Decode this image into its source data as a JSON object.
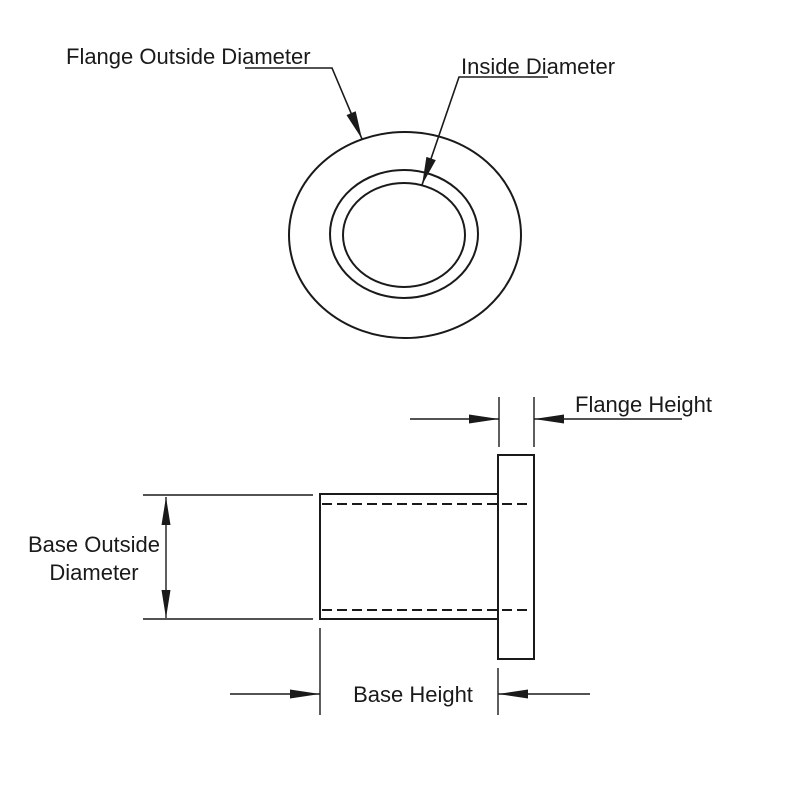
{
  "drawing": {
    "description": "Two-view engineering drawing of a flanged sleeve bushing",
    "colors": {
      "line": "#1a1a1a",
      "background": "#ffffff"
    },
    "top_view": {
      "labels": {
        "flange_outside_diameter": "Flange Outside Diameter",
        "inside_diameter": "Inside Diameter"
      }
    },
    "side_view": {
      "labels": {
        "flange_height": "Flange Height",
        "base_outside_diameter_line1": "Base Outside",
        "base_outside_diameter_line2": "Diameter",
        "base_height": "Base Height"
      }
    }
  }
}
